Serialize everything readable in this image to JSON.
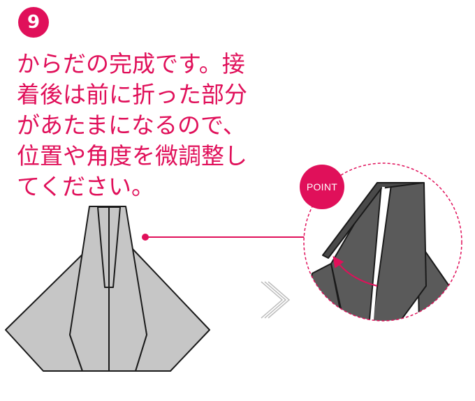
{
  "step": {
    "number": "9"
  },
  "instruction": {
    "lines": [
      "からだの完成です。接",
      "着後は前に折った部分",
      "があたまになるので、",
      "位置や角度を微調整し",
      "てください。"
    ]
  },
  "callout": {
    "label": "POINT"
  },
  "colors": {
    "accent": "#e0105a",
    "paper_light": "#c6c6c6",
    "paper_dark": "#5a5a5a",
    "outline": "#1a1a1a",
    "arrow_gray": "#bdbdbd"
  }
}
